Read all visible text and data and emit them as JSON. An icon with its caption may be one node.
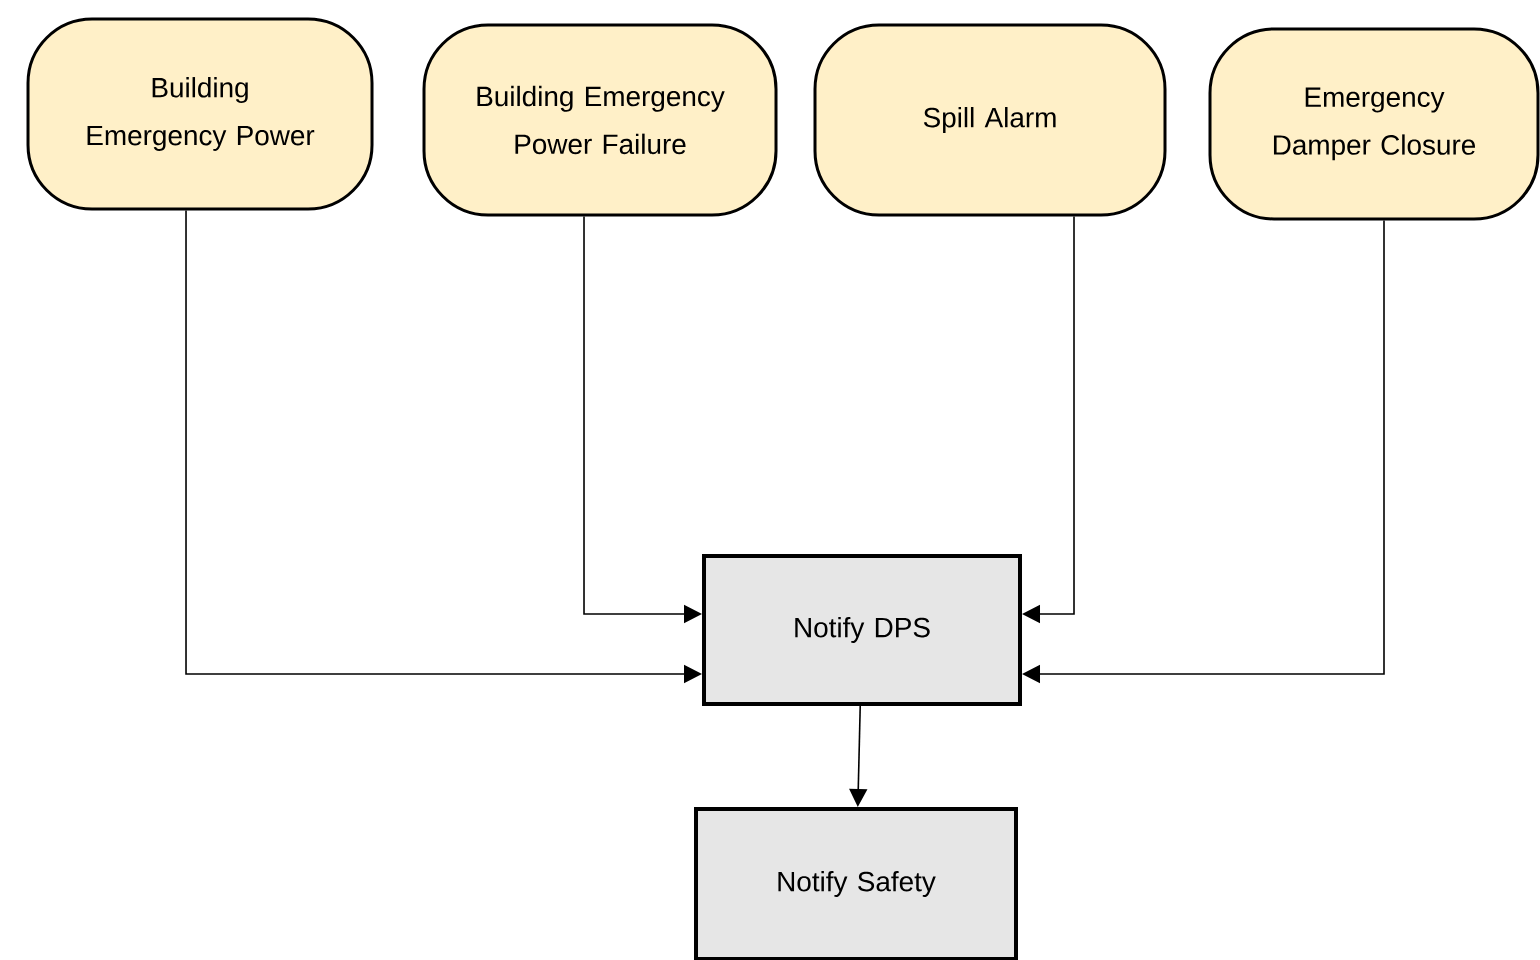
{
  "diagram": {
    "nodes": [
      {
        "text": [
          "Building Emergency Power"
        ]
      },
      {
        "text": [
          "Building Emergency Power Failure"
        ]
      },
      {
        "text": [
          "Spill Alarm"
        ]
      },
      {
        "text": [
          "Emergency Damper Closure"
        ]
      },
      {
        "text": [
          "Notify DPS"
        ]
      },
      {
        "text": [
          "Notify Safety"
        ]
      }
    ],
    "edges": [
      {
        "from": 0,
        "to": 4,
        "arrow": "to"
      },
      {
        "from": 1,
        "to": 4,
        "arrow": "to"
      },
      {
        "from": 2,
        "to": 4,
        "arrow": "to"
      },
      {
        "from": 3,
        "to": 4,
        "arrow": "to"
      },
      {
        "from": 4,
        "to": 5,
        "arrow": "to"
      }
    ]
  }
}
